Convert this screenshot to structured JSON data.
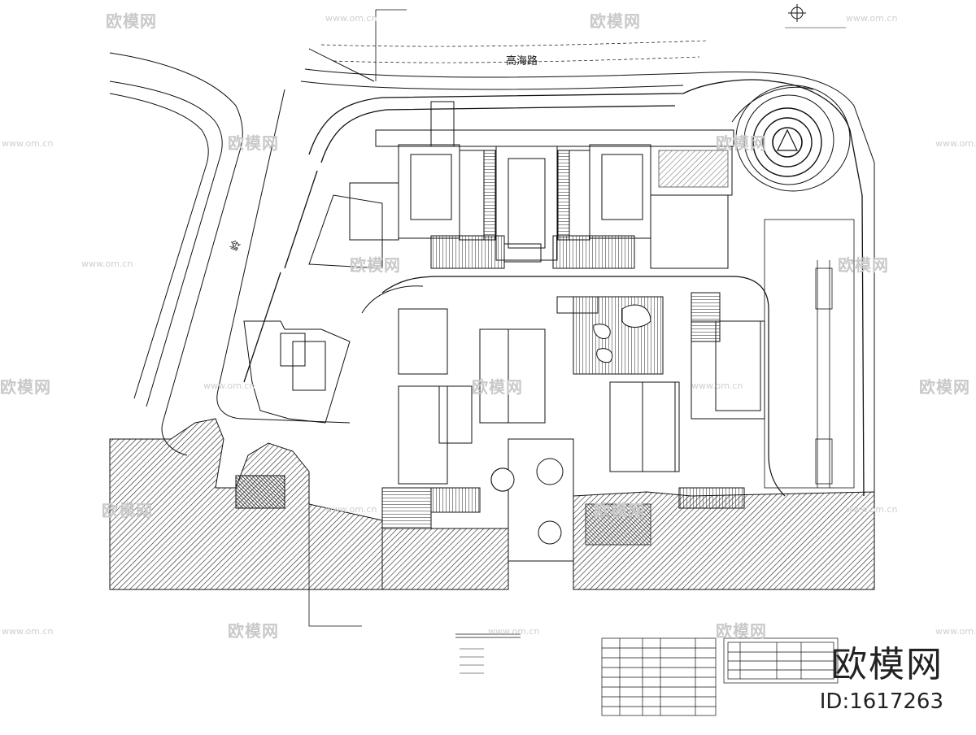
{
  "drawing": {
    "road_name": "高海路",
    "road_side_glyph": "岭"
  },
  "watermark": {
    "brand_cn": "欧模网",
    "url": "www.om.cn",
    "id_text": "ID:1617263"
  },
  "colors": {
    "line": "#111111",
    "hatch": "#222222",
    "watermark": "#c9c9c9",
    "background": "#ffffff"
  },
  "icons": [
    "north-arrow-icon",
    "legend-table",
    "notes-table"
  ]
}
